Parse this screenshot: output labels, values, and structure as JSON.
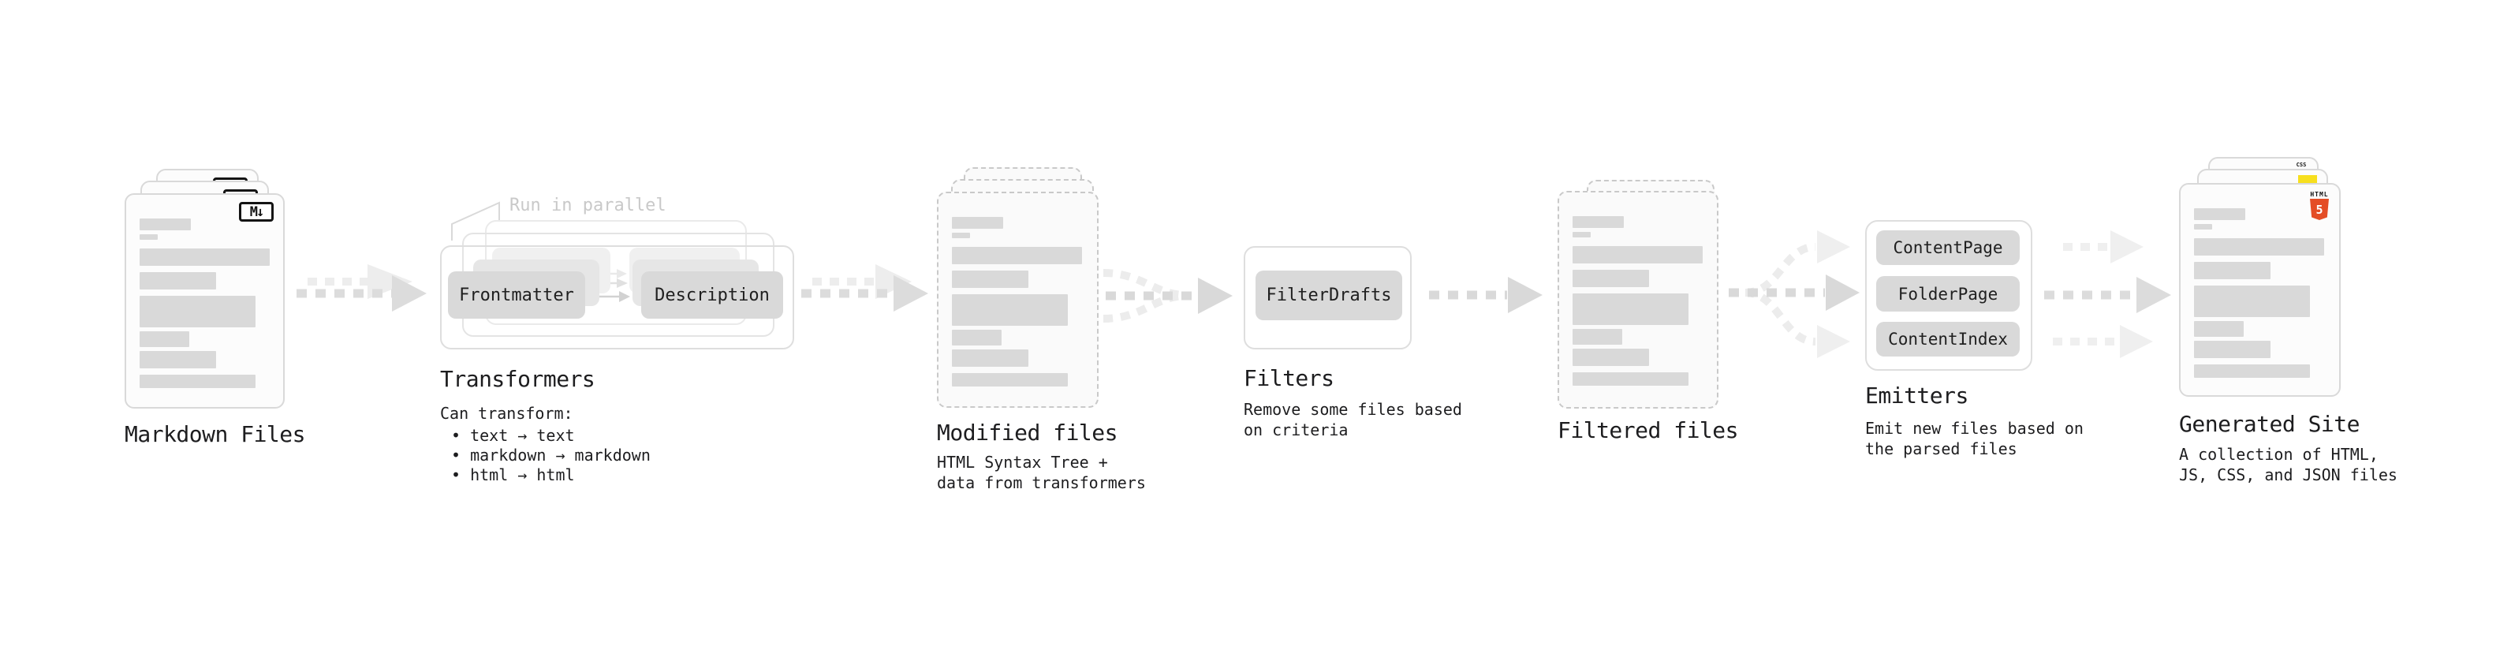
{
  "diagram": {
    "stages": {
      "markdown_files": {
        "label": "Markdown Files",
        "badge": "M↓"
      },
      "transformers": {
        "label": "Transformers",
        "annotation": "Run in parallel",
        "nodes": [
          "Frontmatter",
          "Description"
        ],
        "description_title": "Can transform:",
        "bullets": [
          "• text → text",
          "• markdown → markdown",
          "• html → html"
        ]
      },
      "modified_files": {
        "label": "Modified files",
        "description": "HTML Syntax Tree +\ndata from transformers"
      },
      "filters": {
        "label": "Filters",
        "nodes": [
          "FilterDrafts"
        ],
        "description": "Remove some files based\non criteria"
      },
      "filtered_files": {
        "label": "Filtered files"
      },
      "emitters": {
        "label": "Emitters",
        "nodes": [
          "ContentPage",
          "FolderPage",
          "ContentIndex"
        ],
        "description": "Emit new files based on\nthe parsed files"
      },
      "generated_site": {
        "label": "Generated Site",
        "description": "A collection of HTML,\nJS, CSS, and JSON files",
        "badges": {
          "html5_word": "HTML",
          "html5_numeral": "5",
          "css_word": "CSS"
        }
      }
    },
    "colors": {
      "html5_orange": "#e44d26",
      "js_yellow": "#f7df1e",
      "css_blue": "#2965f1",
      "bar_gray": "#d9d9d9",
      "arrow_gray": "#d9d9d9",
      "arrow_light": "#ececec",
      "text": "#1d1d1f",
      "muted_annotation": "#c9c9c9"
    }
  }
}
